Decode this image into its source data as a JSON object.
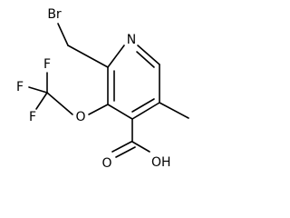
{
  "molecule": {
    "atoms": {
      "bromine": "Br",
      "nitrogen": "N",
      "fluorine_top": "F",
      "fluorine_left": "F",
      "fluorine_bottom": "F",
      "ether_oxygen": "O",
      "carbonyl_oxygen": "O",
      "hydroxyl": "OH"
    }
  }
}
